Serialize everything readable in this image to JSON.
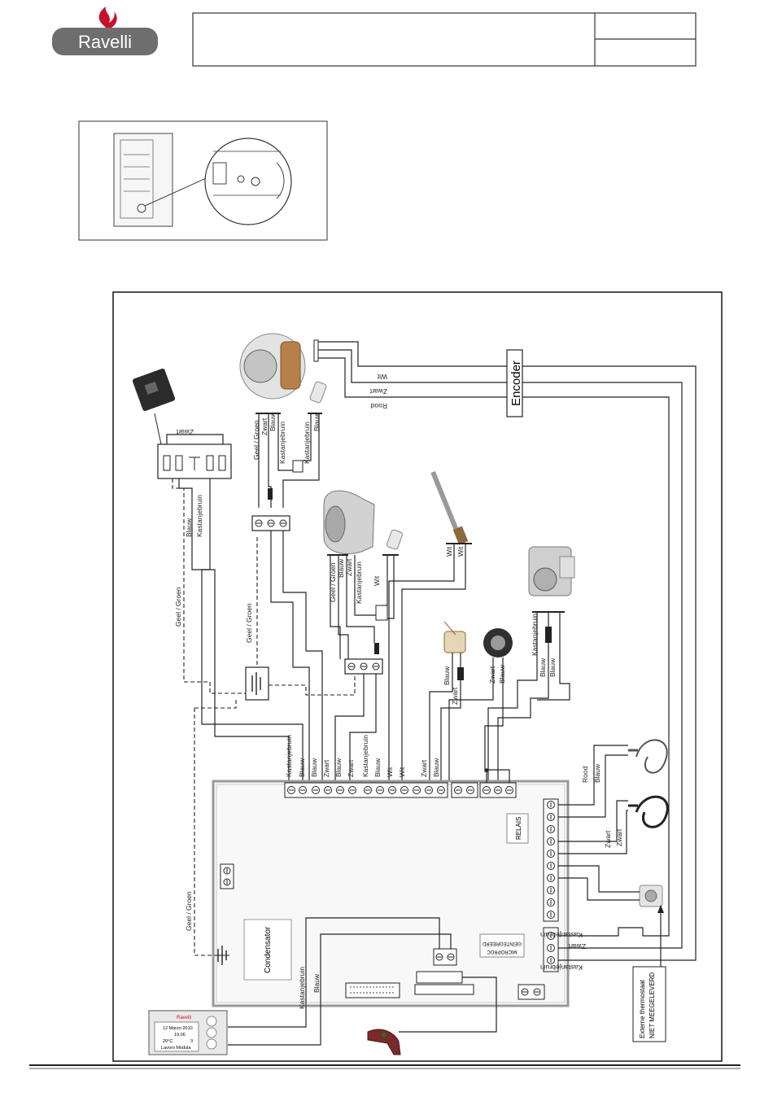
{
  "header": {
    "brand": "Ravelli",
    "brand_color": "#6e6e6e",
    "flame_color": "#c8102e"
  },
  "labels": {
    "encoder": "Encoder",
    "wit": "Wit",
    "zwart": "Zwart",
    "rood": "Rood",
    "blauw": "Blauw",
    "kastanjebruin": "Kastanjebruin",
    "geel_groen": "Geel / Groen",
    "relais": "RELAIS",
    "condensator": "Condensator",
    "externe_thermostaat": "Externe thermostaat",
    "niet_meegeleverd": "NIET MEEGELEVERD",
    "geintegreerd": "GEÏNTEGREERD",
    "microproc": "MICROPROC"
  },
  "display": {
    "brand": "Ravelli",
    "date": "12 Marzo 2010",
    "time": "19.06",
    "temp": "20°C",
    "power": "3",
    "status": "Lavoro Modula"
  },
  "icons": [
    "flame-icon",
    "plug-icon",
    "encoder-icon",
    "smoke-fan-icon",
    "convection-fan-icon",
    "igniter-icon",
    "pressure-switch-icon",
    "thermal-switch-icon",
    "auger-motor-icon",
    "probe-icon",
    "ground-icon",
    "thermostat-icon"
  ]
}
